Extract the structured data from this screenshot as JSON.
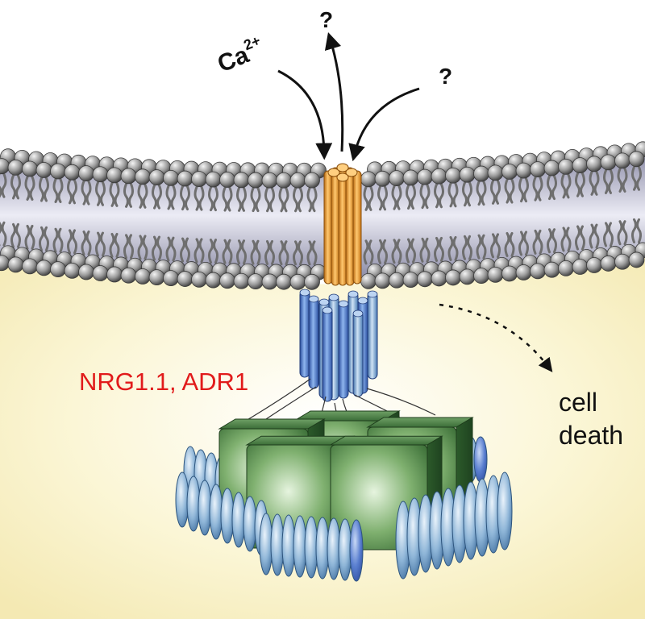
{
  "labels": {
    "ion": "Ca",
    "ion_sup": "2+",
    "q_top": "?",
    "q_right": "?",
    "protein": "NRG1.1, ADR1",
    "outcome_line1": "cell",
    "outcome_line2": "death"
  },
  "colors": {
    "cytoplasm": "#faf3c8",
    "membrane_core": "#b9b9d0",
    "head": "#8c8c8c",
    "tail": "#6e6e6e",
    "channel": "#f0a030",
    "helix": "#4f7ec4",
    "resistosome": "#3f7a3f",
    "lrr": "#8fb6d8",
    "protein_label": "#e11b1b",
    "text": "#111111"
  },
  "icons": [
    "calcium-arrow-icon",
    "efflux-arrow-icon",
    "influx-arrow-icon",
    "cell-death-arrow-icon"
  ]
}
